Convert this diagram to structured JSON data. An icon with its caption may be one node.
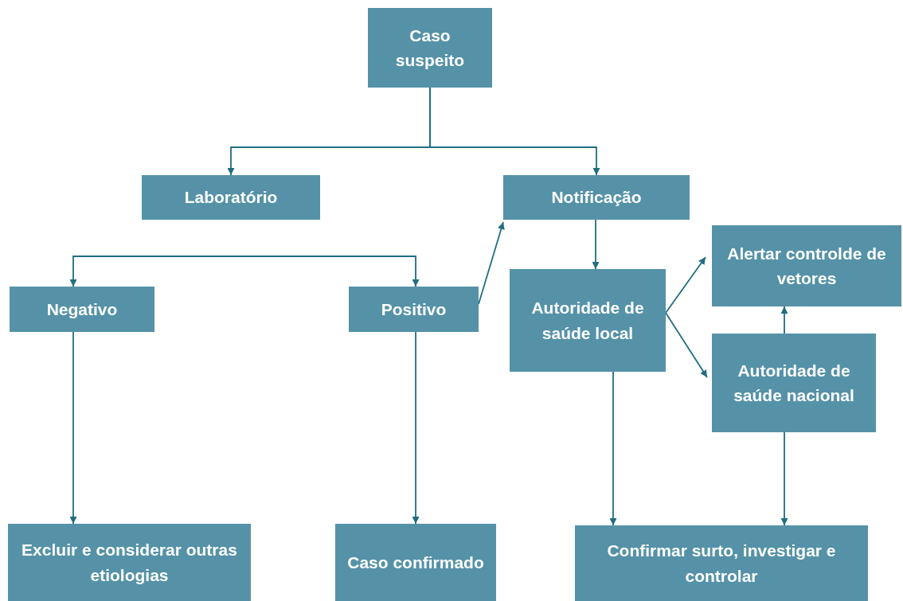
{
  "diagram": {
    "nodes": [
      {
        "text": [
          "Caso suspeito"
        ]
      },
      {
        "text": [
          "Laboratório"
        ]
      },
      {
        "text": [
          "Notificação"
        ]
      },
      {
        "text": [
          "Negativo"
        ]
      },
      {
        "text": [
          "Positivo"
        ]
      },
      {
        "text": [
          "Autoridade de saúde local"
        ]
      },
      {
        "text": [
          "Alertar controlde de vetores"
        ]
      },
      {
        "text": [
          "Autoridade de saúde nacional"
        ]
      },
      {
        "text": [
          "Excluir e considerar outras etiologias"
        ]
      },
      {
        "text": [
          "Caso confirmado"
        ]
      },
      {
        "text": [
          "Confirmar surto, investigar e controlar"
        ]
      }
    ],
    "edges": [
      {
        "from": 0,
        "to": 1,
        "arrow": "to"
      },
      {
        "from": 0,
        "to": 2,
        "arrow": "to"
      },
      {
        "from": null,
        "to": 3,
        "arrow": "to"
      },
      {
        "from": null,
        "to": 4,
        "arrow": "to"
      },
      {
        "from": 4,
        "to": 2,
        "arrow": "to"
      },
      {
        "from": 2,
        "to": 5,
        "arrow": "to"
      },
      {
        "from": 5,
        "to": 6,
        "arrow": "to"
      },
      {
        "from": 5,
        "to": 7,
        "arrow": "to"
      },
      {
        "from": 7,
        "to": 6,
        "arrow": "to"
      },
      {
        "from": 3,
        "to": 8,
        "arrow": "to"
      },
      {
        "from": 4,
        "to": 9,
        "arrow": "to"
      },
      {
        "from": 5,
        "to": 10,
        "arrow": "to"
      },
      {
        "from": 7,
        "to": 10,
        "arrow": "to"
      }
    ]
  }
}
